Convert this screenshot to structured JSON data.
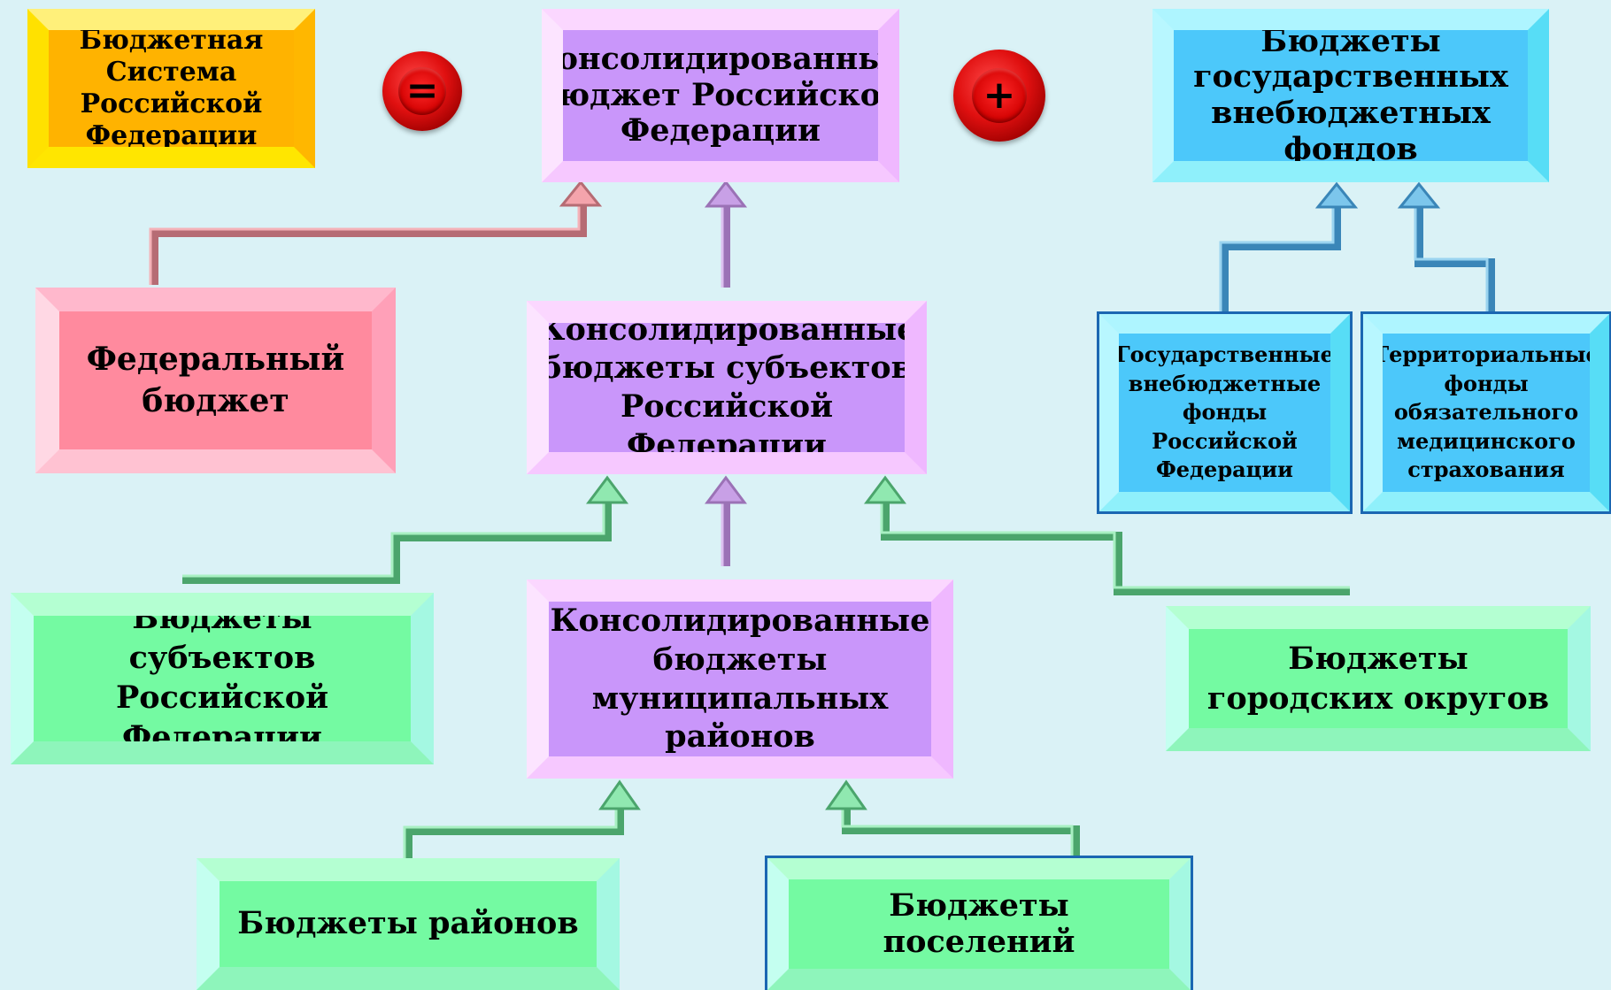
{
  "boxes": {
    "budget_system": "Бюджетная Система Российской Федерации",
    "consolidated_rf": "Консолидированный бюджет Российской Федерации",
    "extrabudgetary_funds": "Бюджеты государственных внебюджетных фондов",
    "federal_budget": "Федеральный бюджет",
    "consolidated_subjects": "Консолидированные бюджеты субъектов Российской Федерации",
    "state_extrabudgetary_funds_rf": "Государственные внебюджетные фонды Российской Федерации",
    "territorial_medical_funds": "Территориальные фонды обязательного медицинского страхования",
    "subjects_budgets": "Бюджеты субъектов Российской Федерации",
    "consolidated_municipal": "Консолидированные бюджеты муниципальных районов",
    "urban_districts_budgets": "Бюджеты городских округов",
    "district_budgets": "Бюджеты районов",
    "settlement_budgets": "Бюджеты поселений"
  },
  "operators": {
    "equals": "=",
    "plus": "+"
  },
  "colors": {
    "background": "#daf2f6",
    "gold": "#ffb300",
    "violet": "#c996fa",
    "pink": "#ff8a9e",
    "cyan": "#4cc8fa",
    "green": "#74faa2",
    "operator_red": "#d00000",
    "outline_blue": "#1b67b2"
  }
}
